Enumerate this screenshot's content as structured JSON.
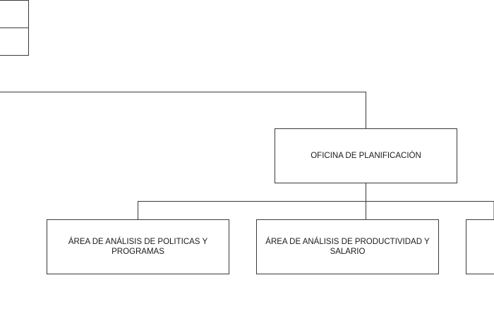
{
  "nodes": {
    "planning_office": {
      "label": "OFICINA DE PLANIFICACIÓN"
    },
    "policy_analysis": {
      "label": "ÁREA DE ANÁLISIS DE POLITICAS Y PROGRAMAS"
    },
    "productivity_analysis": {
      "label": "ÁREA DE ANÁLISIS DE PRODUCTIVIDAD Y SALARIO"
    }
  },
  "colors": {
    "line": "#3a3a3a",
    "box_border": "#3a3a3a",
    "background": "#ffffff"
  }
}
